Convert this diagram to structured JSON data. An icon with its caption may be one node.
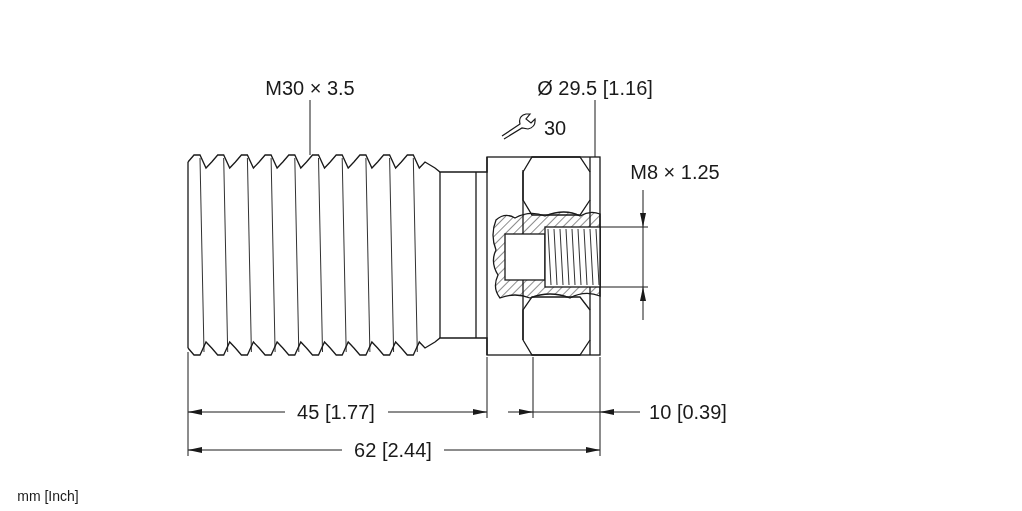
{
  "diagram": {
    "labels": [
      "M30 × 3.5",
      "Ø 29.5 [1.16]",
      "30",
      "M8 × 1.25",
      "45 [1.77]",
      "10 [0.39]",
      "62 [2.44]",
      "mm [Inch]"
    ]
  }
}
